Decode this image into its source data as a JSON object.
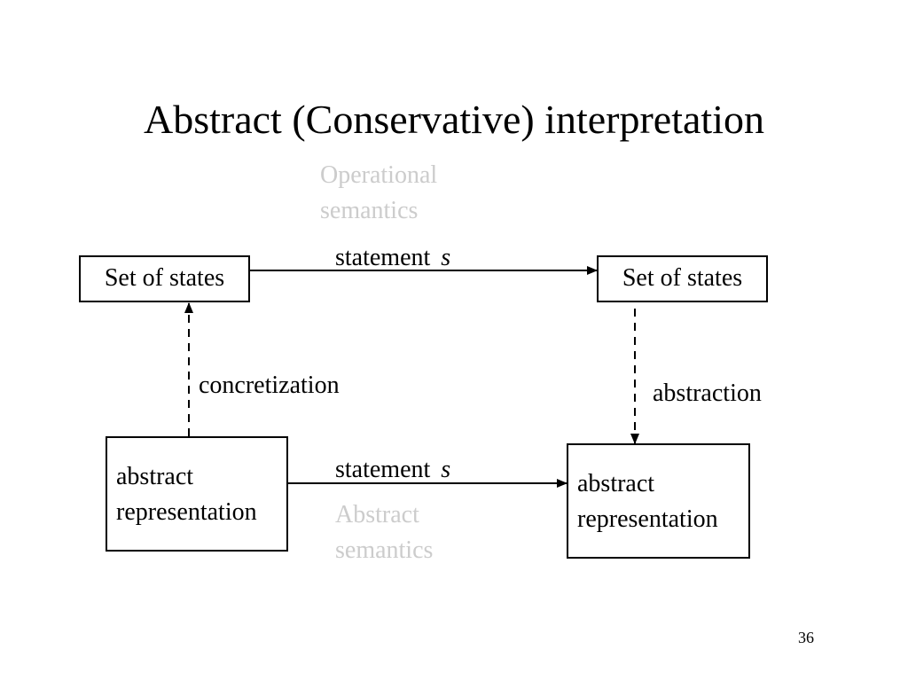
{
  "slide": {
    "title": "Abstract (Conservative) interpretation",
    "page_number": "36"
  },
  "diagram": {
    "top_left_box": "Set of states",
    "top_right_box": "Set of states",
    "bottom_left_box": [
      "abstract",
      "representation"
    ],
    "bottom_right_box": [
      "abstract",
      "representation"
    ],
    "top_arrow_label": "statement",
    "top_arrow_variable": "s",
    "bottom_arrow_label": "statement",
    "bottom_arrow_variable": "s",
    "left_arrow_label": "concretization",
    "right_arrow_label": "abstraction",
    "operational_label": [
      "Operational",
      "semantics"
    ],
    "abstract_label": [
      "Abstract",
      "semantics"
    ],
    "faded_text_color": "#cccccc"
  }
}
